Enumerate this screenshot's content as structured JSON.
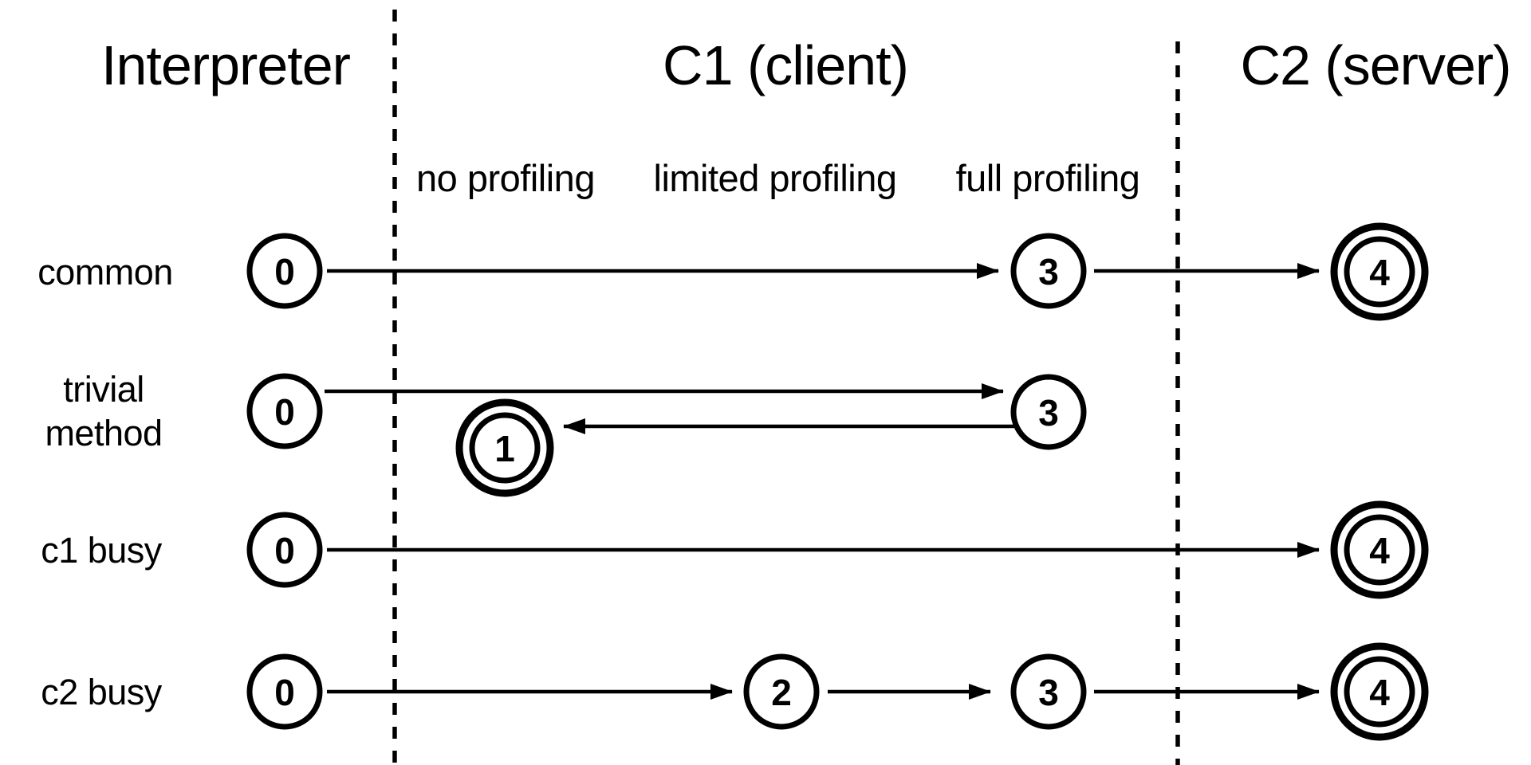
{
  "colors": {
    "ink": "#000000",
    "background": "#ffffff"
  },
  "columns": [
    {
      "label": "Interpreter"
    },
    {
      "label": "C1 (client)"
    },
    {
      "label": "C2 (server)"
    }
  ],
  "c1_sublevels": [
    "no profiling",
    "limited profiling",
    "full profiling"
  ],
  "rows": [
    {
      "label": "common",
      "states": [
        {
          "value": "0"
        },
        {
          "value": "3"
        },
        {
          "value": "4"
        }
      ]
    },
    {
      "label_lines": [
        "trivial",
        "method"
      ],
      "states": [
        {
          "value": "0"
        },
        {
          "value": "3"
        },
        {
          "value": "1"
        }
      ]
    },
    {
      "label": "c1 busy",
      "states": [
        {
          "value": "0"
        },
        {
          "value": "4"
        }
      ]
    },
    {
      "label": "c2 busy",
      "states": [
        {
          "value": "0"
        },
        {
          "value": "2"
        },
        {
          "value": "3"
        },
        {
          "value": "4"
        }
      ]
    }
  ]
}
